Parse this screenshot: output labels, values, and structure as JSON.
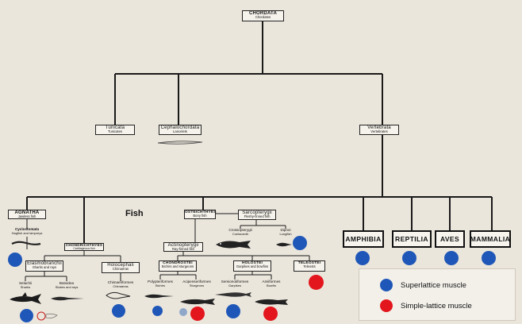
{
  "nodes": {
    "chordata": {
      "title": "CHORDATA",
      "sub": "Chordates"
    },
    "tunicata": {
      "title": "Tunicata",
      "sub": "Tunicates"
    },
    "cephalochordata": {
      "title": "Cephalochordata",
      "sub": "Lancelets"
    },
    "vertebrata": {
      "title": "Vertebrata",
      "sub": "Vertebrates"
    },
    "agnatha": {
      "title": "AGNATHA",
      "sub": "Jawless fish"
    },
    "cyclostomata": {
      "title": "Cyclostomata",
      "sub": "Hagfish and lampreys"
    },
    "chondrichthyes": {
      "title": "CHONDRICHTHYES",
      "sub": "Cartilaginous fish"
    },
    "elasmobranchii": {
      "title": "Elasmobranchii",
      "sub": "Sharks and rays"
    },
    "holocephali": {
      "title": "Holocephali",
      "sub": "Chimaeras"
    },
    "selachii": {
      "title": "Selachii",
      "sub": "Sharks"
    },
    "batoidea": {
      "title": "Batoidea",
      "sub": "Skates and rays"
    },
    "chimaeriformes": {
      "title": "Chimaeriformes",
      "sub": "Chimaeras"
    },
    "osteichthyes": {
      "title": "OSTEICHTHYES",
      "sub": "Bony fish"
    },
    "sarcopterygii": {
      "title": "Sarcopterygii",
      "sub": "Fleshy-finned fish"
    },
    "crossopterygii": {
      "title": "Crossopterygii",
      "sub": "Coelacanth"
    },
    "dipnoi": {
      "title": "Dipnoi",
      "sub": "Lungfish"
    },
    "actinopterygii": {
      "title": "Actinopterygii",
      "sub": "Ray-finned fish"
    },
    "chondrostei": {
      "title": "CHONDROSTEI",
      "sub": "Bichirs and sturgeons"
    },
    "holostei": {
      "title": "HOLOSTEI",
      "sub": "Garpikes and bowfins"
    },
    "teleostei": {
      "title": "TELEOSTEI",
      "sub": "Teleosts"
    },
    "polypteriformes": {
      "title": "Polypteriformes",
      "sub": "Bichirs"
    },
    "acipenseriformes": {
      "title": "Acipenseriformes",
      "sub": "Sturgeons"
    },
    "semionotiformes": {
      "title": "Semionotiformes",
      "sub": "Garpikes"
    },
    "amiiformes": {
      "title": "Amiiformes",
      "sub": "Bowfin"
    },
    "amphibia": {
      "title": "AMPHIBIA"
    },
    "reptilia": {
      "title": "REPTILIA"
    },
    "aves": {
      "title": "AVES"
    },
    "mammalia": {
      "title": "MAMMALIA"
    }
  },
  "fish_label": "Fish",
  "legend": {
    "superlattice": "Superlattice muscle",
    "simple_lattice": "Simple-lattice muscle"
  },
  "colors": {
    "superlattice": "#1f57b8",
    "simple_lattice": "#e3161d"
  }
}
